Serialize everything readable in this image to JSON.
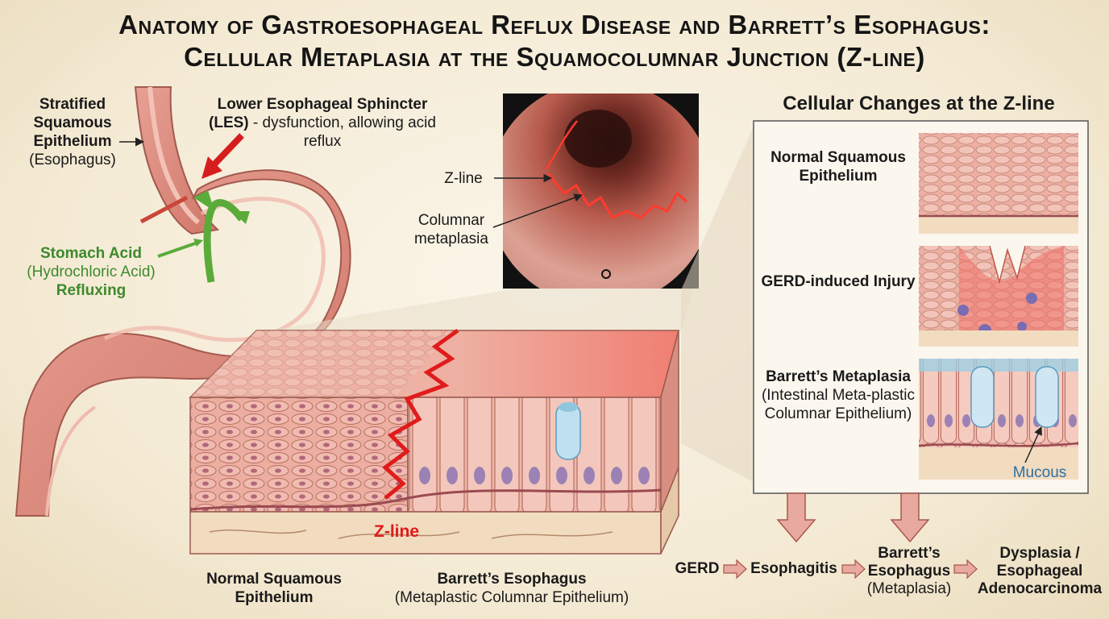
{
  "title_line1": "Anatomy of Gastroesophageal Reflux Disease and Barrett’s Esophagus:",
  "title_line2": "Cellular Metaplasia at the Squamocolumnar Junction (Z-line)",
  "labels": {
    "squamous_title": "Stratified Squamous Epithelium",
    "squamous_sub": "(Esophagus)",
    "les_title": "Lower Esophageal Sphincter (LES)",
    "les_sub": "- dysfunction, allowing acid reflux",
    "acid_title": "Stomach Acid",
    "acid_sub": "(Hydrochloric Acid)",
    "acid_title2": "Refluxing",
    "endo_zline": "Z-line",
    "endo_columnar": "Columnar metaplasia",
    "endo_o": "O",
    "block_zline": "Z-line",
    "bottom_normal": "Normal Squamous Epithelium",
    "bottom_barrett": "Barrett’s Esophagus",
    "bottom_barrett_sub": "(Metaplastic Columnar Epithelium)"
  },
  "panel": {
    "title": "Cellular Changes at the Z-line",
    "row1": "Normal Squamous Epithelium",
    "row2": "GERD-induced Injury",
    "row3_title": "Barrett’s Metaplasia",
    "row3_sub": "(Intestinal Meta-plastic Columnar Epithelium)",
    "mucous": "Mucous"
  },
  "flow": {
    "step1": "GERD",
    "step2": "Esophagitis",
    "step3": "Barrett’s Esophagus",
    "step3_sub": "(Metaplasia)",
    "step4": "Dysplasia / Esophageal Adenocarcinoma"
  },
  "colors": {
    "tissue": "#e9a99c",
    "zline_red": "#e01b1b",
    "acid_green": "#5aab3a",
    "mucous_blue": "#8fc6df"
  }
}
